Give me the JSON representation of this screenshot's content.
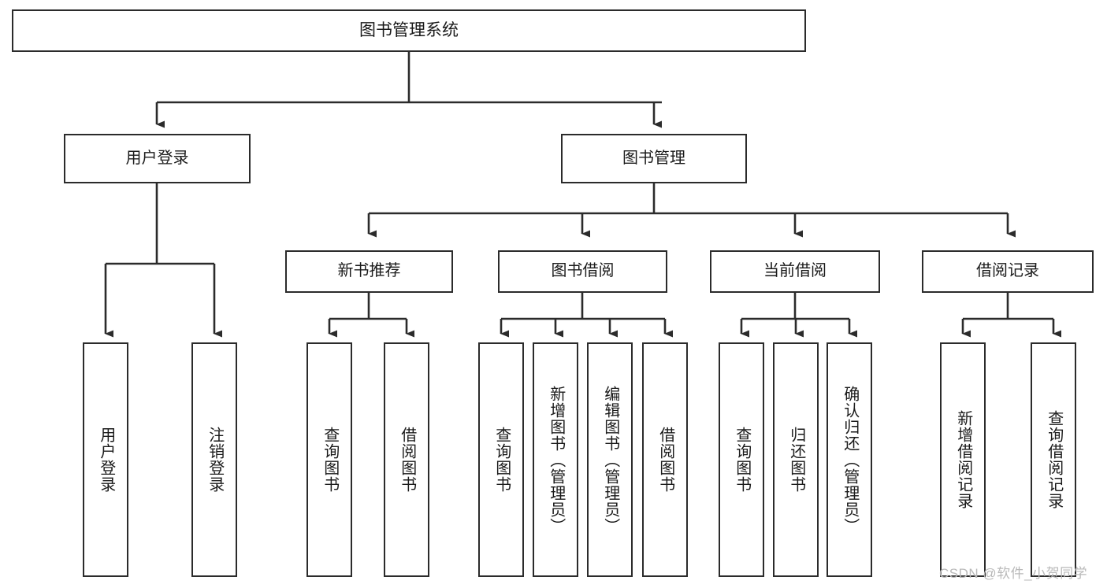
{
  "diagram": {
    "title": "图书管理系统",
    "type": "tree",
    "orientation": "top-down",
    "colors": {
      "background": "#ffffff",
      "node_border": "#2b2b2b",
      "node_fill": "#ffffff",
      "edge": "#2b2b2b",
      "text": "#1a1a1a",
      "watermark": "#b9b9b9"
    },
    "root": {
      "label": "图书管理系统"
    },
    "level2": [
      {
        "label": "用户登录"
      },
      {
        "label": "图书管理"
      }
    ],
    "level3": [
      {
        "label": "新书推荐"
      },
      {
        "label": "图书借阅"
      },
      {
        "label": "当前借阅"
      },
      {
        "label": "借阅记录"
      }
    ],
    "leaves": {
      "user_login": [
        {
          "label": "用户登录"
        },
        {
          "label": "注销登录"
        }
      ],
      "new_book": [
        {
          "label": "查询图书"
        },
        {
          "label": "借阅图书"
        }
      ],
      "book_borrow": [
        {
          "label": "查询图书"
        },
        {
          "label": "新增图书（管理员）"
        },
        {
          "label": "编辑图书（管理员）"
        },
        {
          "label": "借阅图书"
        }
      ],
      "current_borrow": [
        {
          "label": "查询图书"
        },
        {
          "label": "归还图书"
        },
        {
          "label": "确认归还（管理员）"
        }
      ],
      "borrow_record": [
        {
          "label": "新增借阅记录"
        },
        {
          "label": "查询借阅记录"
        }
      ]
    }
  },
  "watermark": {
    "text": "CSDN @软件_小贺同学"
  }
}
